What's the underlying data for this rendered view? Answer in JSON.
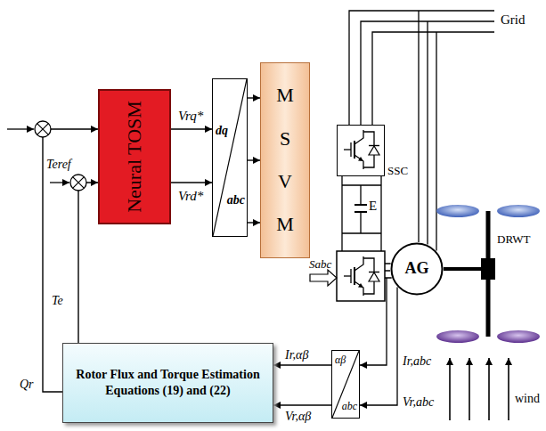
{
  "diagram": {
    "nodes": [
      {
        "text": [
          "Neural TOSM"
        ]
      },
      {
        "text": [
          "dq",
          "abc"
        ]
      },
      {
        "text": [
          "M S V M"
        ]
      },
      {
        "text": [
          "SSC"
        ]
      },
      {
        "text": [
          "AG"
        ]
      },
      {
        "text": [
          "Rotor Flux and Torque Estimation Equations (19) and (22)"
        ]
      },
      {
        "text": [
          "αβ",
          "abc"
        ]
      }
    ],
    "edges": [
      {
        "from": 0,
        "to": 1,
        "label": "Vrq*",
        "arrow": "to"
      },
      {
        "from": 0,
        "to": 1,
        "label": "Vrd*",
        "arrow": "to"
      },
      {
        "from": 1,
        "to": 2,
        "arrow": "to"
      },
      {
        "from": 1,
        "to": 2,
        "arrow": "to"
      },
      {
        "from": 1,
        "to": 2,
        "arrow": "to"
      },
      {
        "from": 6,
        "to": 5,
        "label": "Ir,αβ",
        "arrow": "to"
      },
      {
        "from": 6,
        "to": 5,
        "label": "Vr,αβ",
        "arrow": "to"
      },
      {
        "from": 5,
        "to": 0,
        "label": "Qr",
        "arrow": "to"
      },
      {
        "from": 5,
        "to": 0,
        "label": "Te",
        "arrow": "to"
      }
    ],
    "labels": [
      "Teref",
      "Sabc",
      "E",
      "Grid",
      "DRWT",
      "Ir,abc",
      "Vr,abc",
      "wind"
    ]
  }
}
